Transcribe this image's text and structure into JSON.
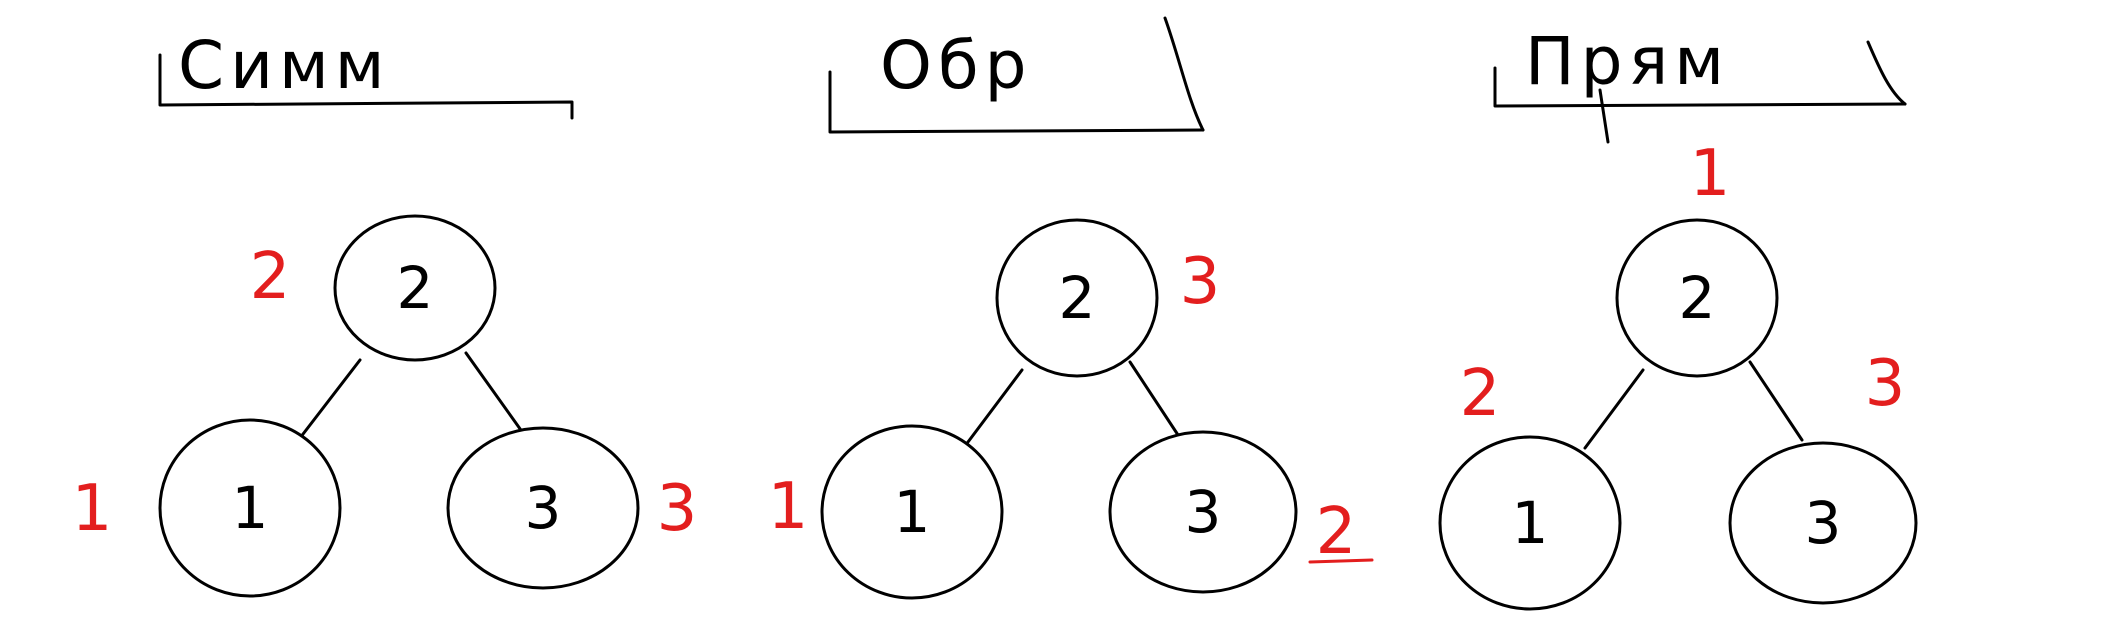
{
  "colors": {
    "ink": "#000000",
    "order": "#e31e1e",
    "background": "#ffffff"
  },
  "traversals": [
    {
      "heading": "Симм",
      "nodes": {
        "root": "2",
        "left": "1",
        "right": "3"
      },
      "order": {
        "root": "2",
        "left": "1",
        "right": "3"
      }
    },
    {
      "heading": "Обр",
      "nodes": {
        "root": "2",
        "left": "1",
        "right": "3"
      },
      "order": {
        "root": "3",
        "left": "1",
        "right": "2"
      }
    },
    {
      "heading": "Прям",
      "nodes": {
        "root": "2",
        "left": "1",
        "right": "3"
      },
      "order": {
        "root": "1",
        "left": "2",
        "right": "3"
      }
    }
  ]
}
